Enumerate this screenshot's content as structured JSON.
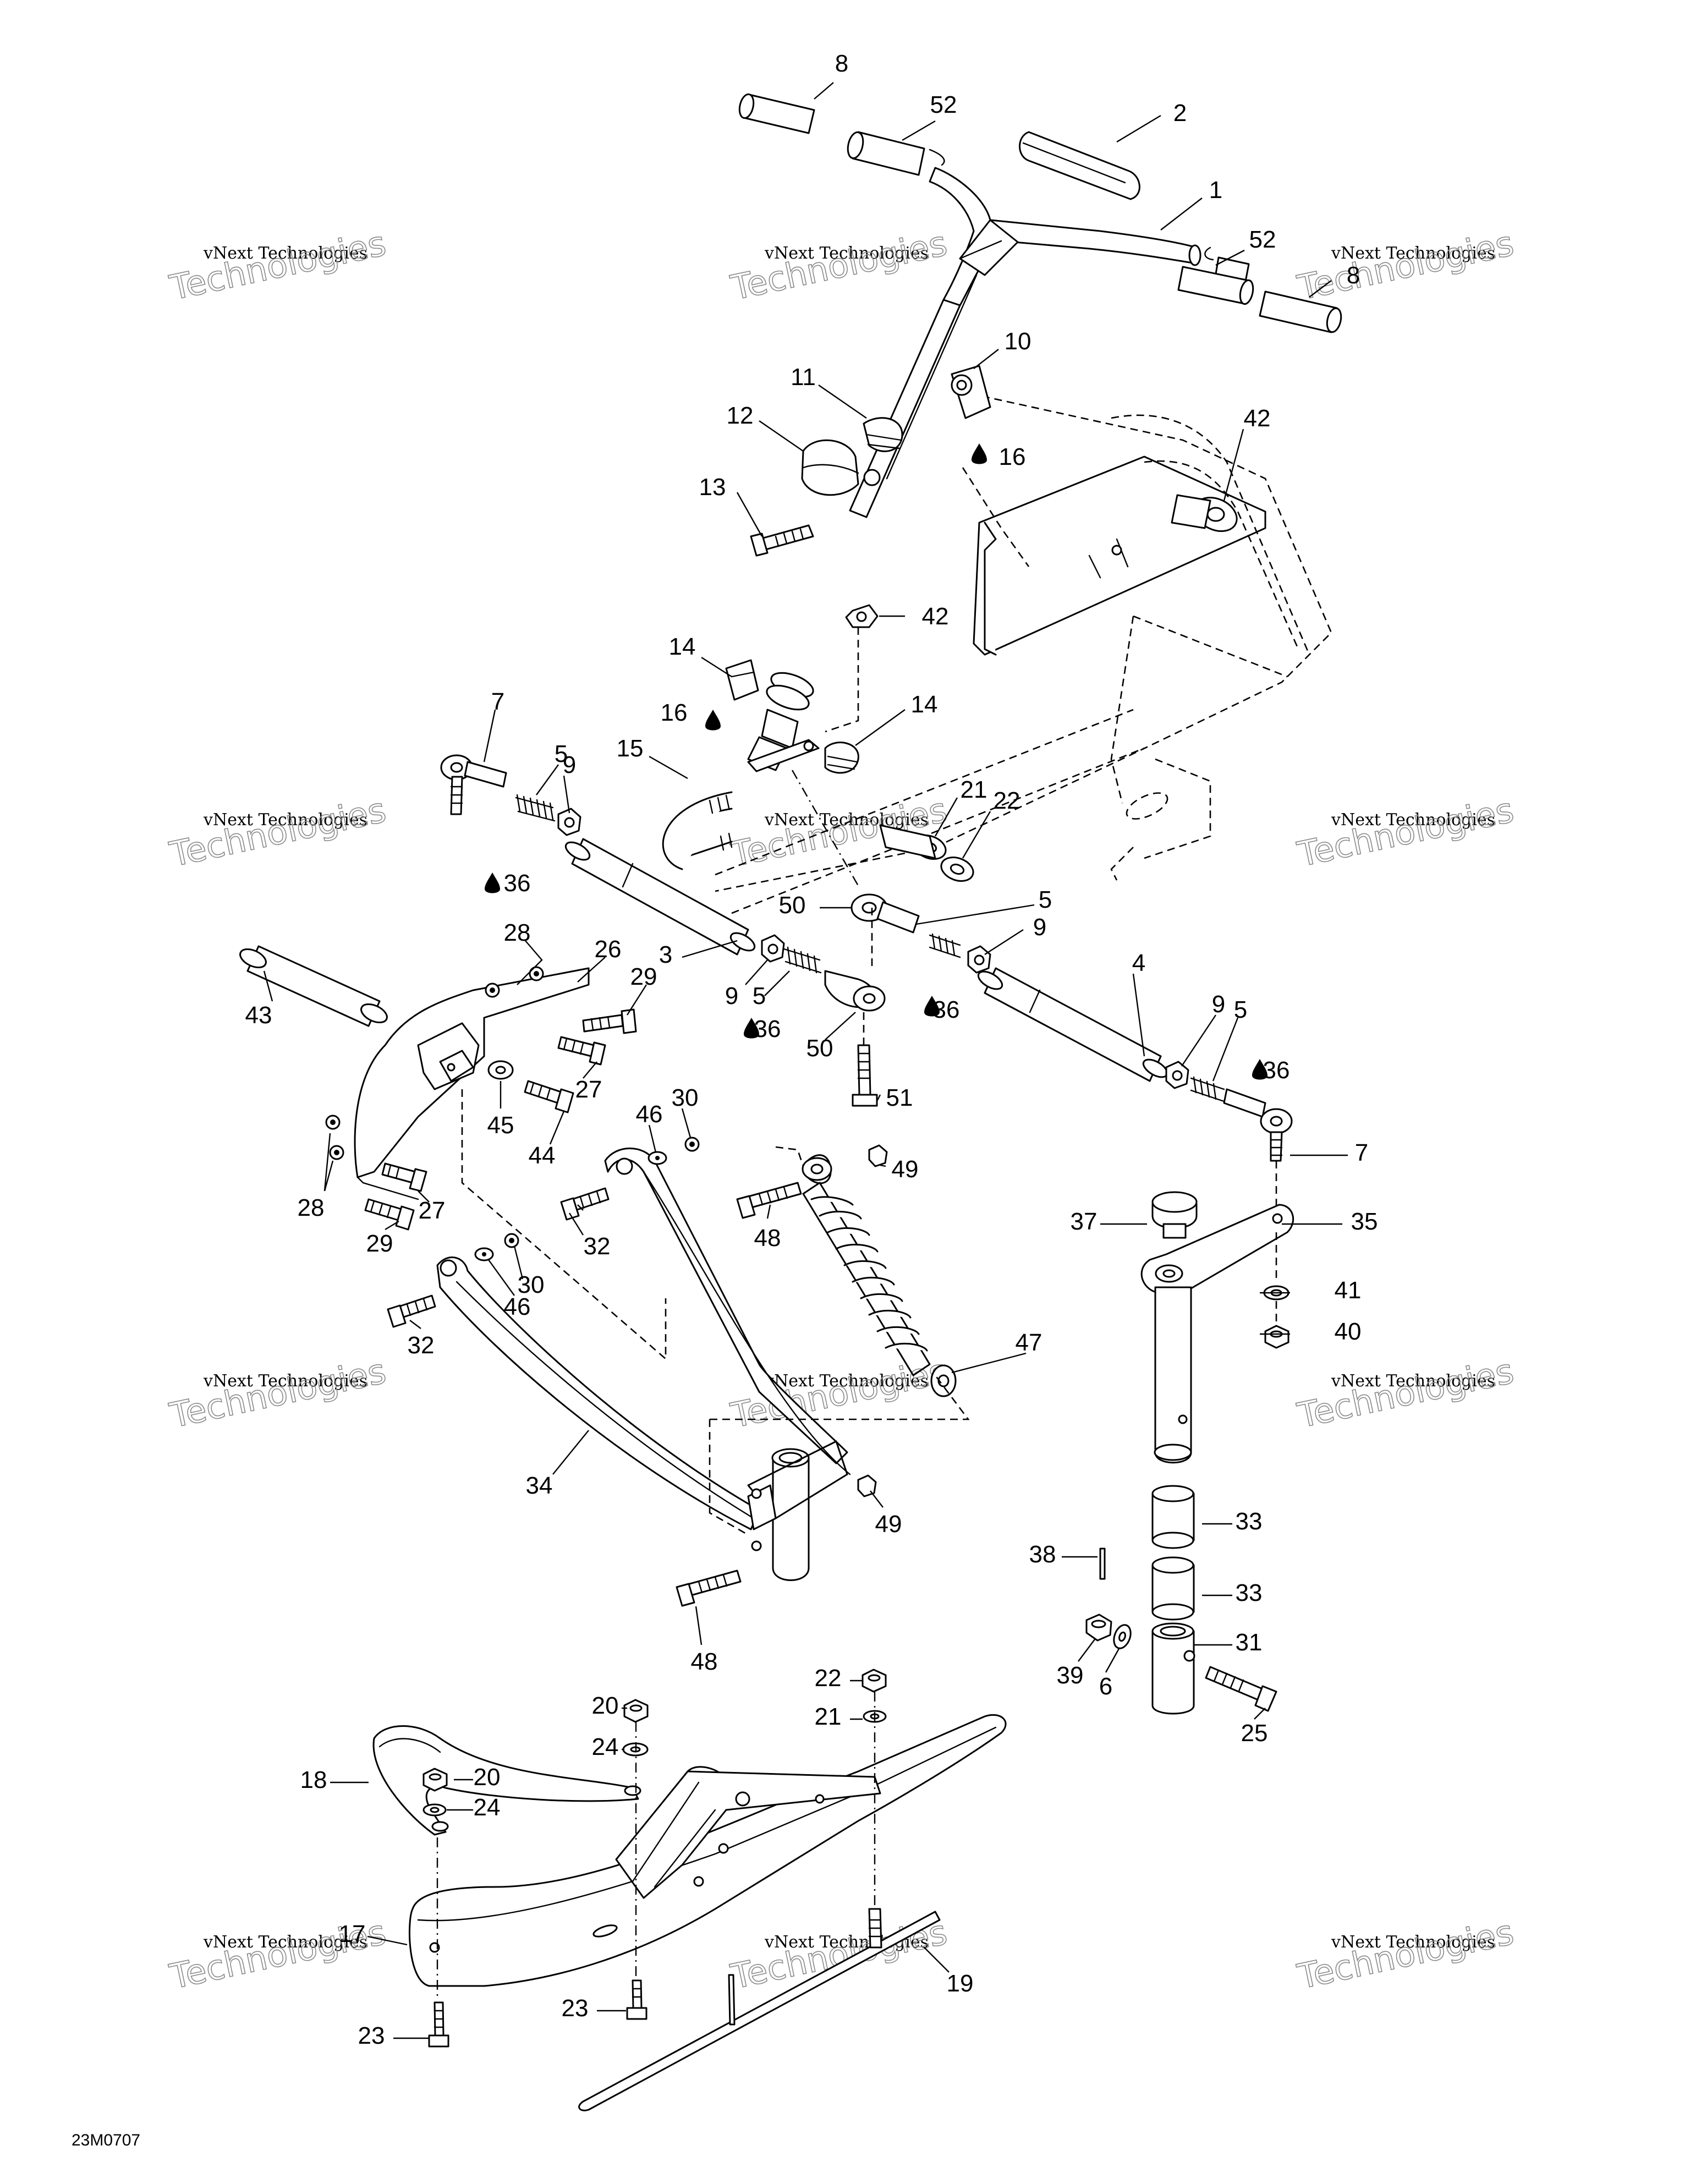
{
  "diagram_code": "23M0707",
  "watermark": {
    "small": "vNext Technologies",
    "large": "Technologies"
  },
  "icons": {
    "drop": "lubricant-drop-icon"
  },
  "callouts": [
    {
      "id": "c-8a",
      "text": "8"
    },
    {
      "id": "c-52a",
      "text": "52"
    },
    {
      "id": "c-2",
      "text": "2"
    },
    {
      "id": "c-1",
      "text": "1"
    },
    {
      "id": "c-52b",
      "text": "52"
    },
    {
      "id": "c-8b",
      "text": "8"
    },
    {
      "id": "c-10",
      "text": "10"
    },
    {
      "id": "c-11",
      "text": "11"
    },
    {
      "id": "c-12",
      "text": "12"
    },
    {
      "id": "c-16a",
      "text": "16"
    },
    {
      "id": "c-42a",
      "text": "42"
    },
    {
      "id": "c-13",
      "text": "13"
    },
    {
      "id": "c-42b",
      "text": "42"
    },
    {
      "id": "c-14a",
      "text": "14"
    },
    {
      "id": "c-16b",
      "text": "16"
    },
    {
      "id": "c-14b",
      "text": "14"
    },
    {
      "id": "c-7a",
      "text": "7"
    },
    {
      "id": "c-5a",
      "text": "5"
    },
    {
      "id": "c-9a",
      "text": "9"
    },
    {
      "id": "c-15",
      "text": "15"
    },
    {
      "id": "c-21a",
      "text": "21"
    },
    {
      "id": "c-22a",
      "text": "22"
    },
    {
      "id": "c-36a",
      "text": "36"
    },
    {
      "id": "c-50a",
      "text": "50"
    },
    {
      "id": "c-5b",
      "text": "5"
    },
    {
      "id": "c-9b",
      "text": "9"
    },
    {
      "id": "c-28a",
      "text": "28"
    },
    {
      "id": "c-26",
      "text": "26"
    },
    {
      "id": "c-3",
      "text": "3"
    },
    {
      "id": "c-9c",
      "text": "9"
    },
    {
      "id": "c-5c",
      "text": "5"
    },
    {
      "id": "c-36b",
      "text": "36"
    },
    {
      "id": "c-4",
      "text": "4"
    },
    {
      "id": "c-43",
      "text": "43"
    },
    {
      "id": "c-29a",
      "text": "29"
    },
    {
      "id": "c-50b",
      "text": "50"
    },
    {
      "id": "c-36c",
      "text": "36"
    },
    {
      "id": "c-9d",
      "text": "9"
    },
    {
      "id": "c-5d",
      "text": "5"
    },
    {
      "id": "c-36d",
      "text": "36"
    },
    {
      "id": "c-27a",
      "text": "27"
    },
    {
      "id": "c-45",
      "text": "45"
    },
    {
      "id": "c-44",
      "text": "44"
    },
    {
      "id": "c-30a",
      "text": "30"
    },
    {
      "id": "c-46a",
      "text": "46"
    },
    {
      "id": "c-51",
      "text": "51"
    },
    {
      "id": "c-7b",
      "text": "7"
    },
    {
      "id": "c-28b",
      "text": "28"
    },
    {
      "id": "c-27b",
      "text": "27"
    },
    {
      "id": "c-49a",
      "text": "49"
    },
    {
      "id": "c-29b",
      "text": "29"
    },
    {
      "id": "c-32a",
      "text": "32"
    },
    {
      "id": "c-48a",
      "text": "48"
    },
    {
      "id": "c-37",
      "text": "37"
    },
    {
      "id": "c-35",
      "text": "35"
    },
    {
      "id": "c-30b",
      "text": "30"
    },
    {
      "id": "c-46b",
      "text": "46"
    },
    {
      "id": "c-41",
      "text": "41"
    },
    {
      "id": "c-32b",
      "text": "32"
    },
    {
      "id": "c-40",
      "text": "40"
    },
    {
      "id": "c-47",
      "text": "47"
    },
    {
      "id": "c-34",
      "text": "34"
    },
    {
      "id": "c-33a",
      "text": "33"
    },
    {
      "id": "c-49b",
      "text": "49"
    },
    {
      "id": "c-38",
      "text": "38"
    },
    {
      "id": "c-33b",
      "text": "33"
    },
    {
      "id": "c-31",
      "text": "31"
    },
    {
      "id": "c-39",
      "text": "39"
    },
    {
      "id": "c-6",
      "text": "6"
    },
    {
      "id": "c-48b",
      "text": "48"
    },
    {
      "id": "c-25",
      "text": "25"
    },
    {
      "id": "c-22b",
      "text": "22"
    },
    {
      "id": "c-20a",
      "text": "20"
    },
    {
      "id": "c-21b",
      "text": "21"
    },
    {
      "id": "c-24a",
      "text": "24"
    },
    {
      "id": "c-18",
      "text": "18"
    },
    {
      "id": "c-20b",
      "text": "20"
    },
    {
      "id": "c-24b",
      "text": "24"
    },
    {
      "id": "c-17",
      "text": "17"
    },
    {
      "id": "c-19",
      "text": "19"
    },
    {
      "id": "c-23a",
      "text": "23"
    },
    {
      "id": "c-23b",
      "text": "23"
    }
  ]
}
